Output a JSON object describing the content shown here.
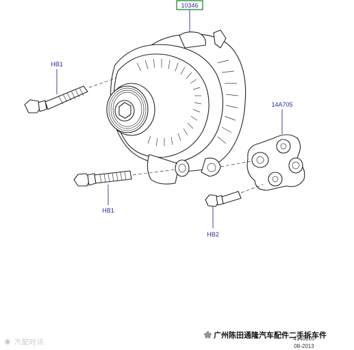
{
  "parts": {
    "alternator": "10346",
    "bracket": "14A705",
    "bolt_top": "HB1",
    "bolt_bottom": "HB1",
    "bolt_small": "HB2"
  },
  "footer": {
    "ref_number": "4140205",
    "date": "08-2013"
  },
  "watermarks": {
    "left_text": "汽配时讯",
    "right_text": "广州陈田通隆汽车配件二手拆车件"
  },
  "colors": {
    "label": "#2a2aa0",
    "box_border": "#1a8a2a",
    "ink": "#222222"
  }
}
